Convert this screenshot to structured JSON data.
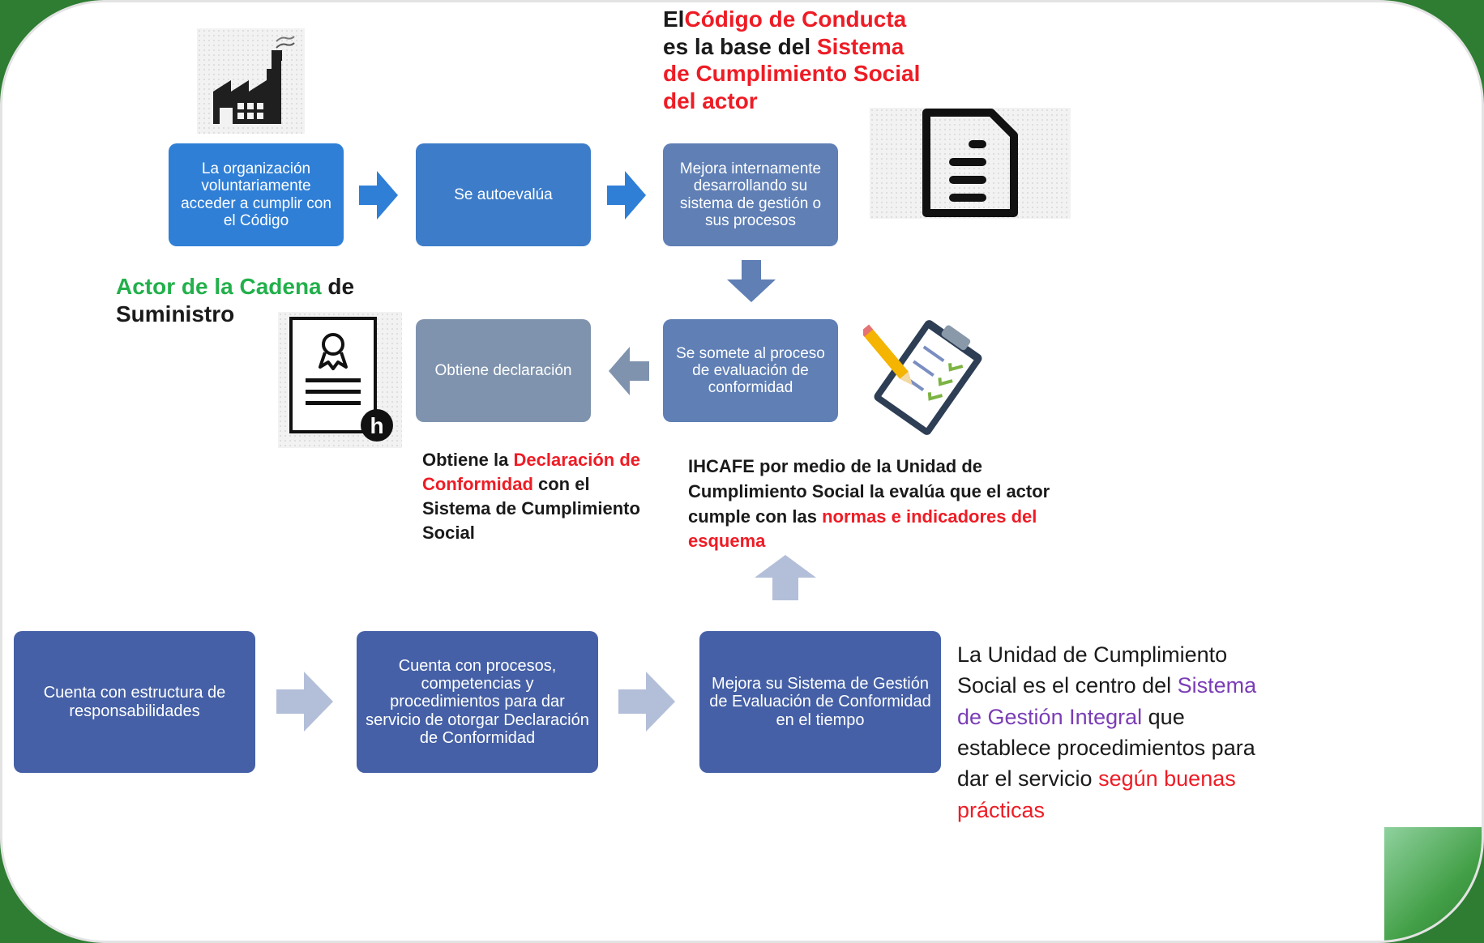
{
  "top_note": {
    "p1": "El",
    "p2": "Código de Conducta",
    "p3": "es la base del ",
    "p4": "Sistema",
    "p5": "de Cumplimiento Social",
    "p6": "del actor"
  },
  "flow_top": {
    "box1": "La organización voluntariamente acceder a cumplir con el Código",
    "box2": "Se autoevalúa",
    "box3": "Mejora internamente desarrollando su sistema de gestión o sus procesos"
  },
  "actor_label": {
    "p1": "Actor de la Cadena",
    "p2": " de",
    "p3": "Suministro"
  },
  "flow_mid": {
    "box4": "Obtiene declaración",
    "box5": "Se somete al proceso de evaluación de conformidad"
  },
  "declaration_note": {
    "p1": "Obtiene la ",
    "p2": "Declaración de",
    "p3": "Conformidad",
    "p4": " con el",
    "p5": "Sistema de Cumplimiento",
    "p6": "Social"
  },
  "ihcafe_note": {
    "p1": "IHCAFE por medio de la Unidad de",
    "p2": "Cumplimiento Social la evalúa que el actor",
    "p3": "cumple con las ",
    "p4": "normas e indicadores del",
    "p5": "esquema"
  },
  "flow_bottom": {
    "box6": "Cuenta con estructura de responsabilidades",
    "box7": "Cuenta con procesos, competencias y procedimientos para dar servicio de otorgar Declaración de Conformidad",
    "box8": "Mejora su  Sistema de Gestión de Evaluación de Conformidad en el tiempo"
  },
  "unit_note": {
    "p1": "La Unidad de Cumplimiento",
    "p2": "Social es el centro del ",
    "p3": "Sistema",
    "p4": "de Gestión Integral",
    "p5": " que",
    "p6": "establece procedimientos para",
    "p7": "dar el servicio ",
    "p8": "según buenas",
    "p9": "prácticas"
  },
  "icons": {
    "factory": "factory-icon",
    "document": "document-icon",
    "certificate": "certificate-icon",
    "clipboard": "clipboard-checklist-icon",
    "certificate_badge_letter": "h"
  },
  "colors": {
    "accent_red": "#ee1c25",
    "accent_green": "#22b04b",
    "accent_purple": "#7a3db5"
  }
}
